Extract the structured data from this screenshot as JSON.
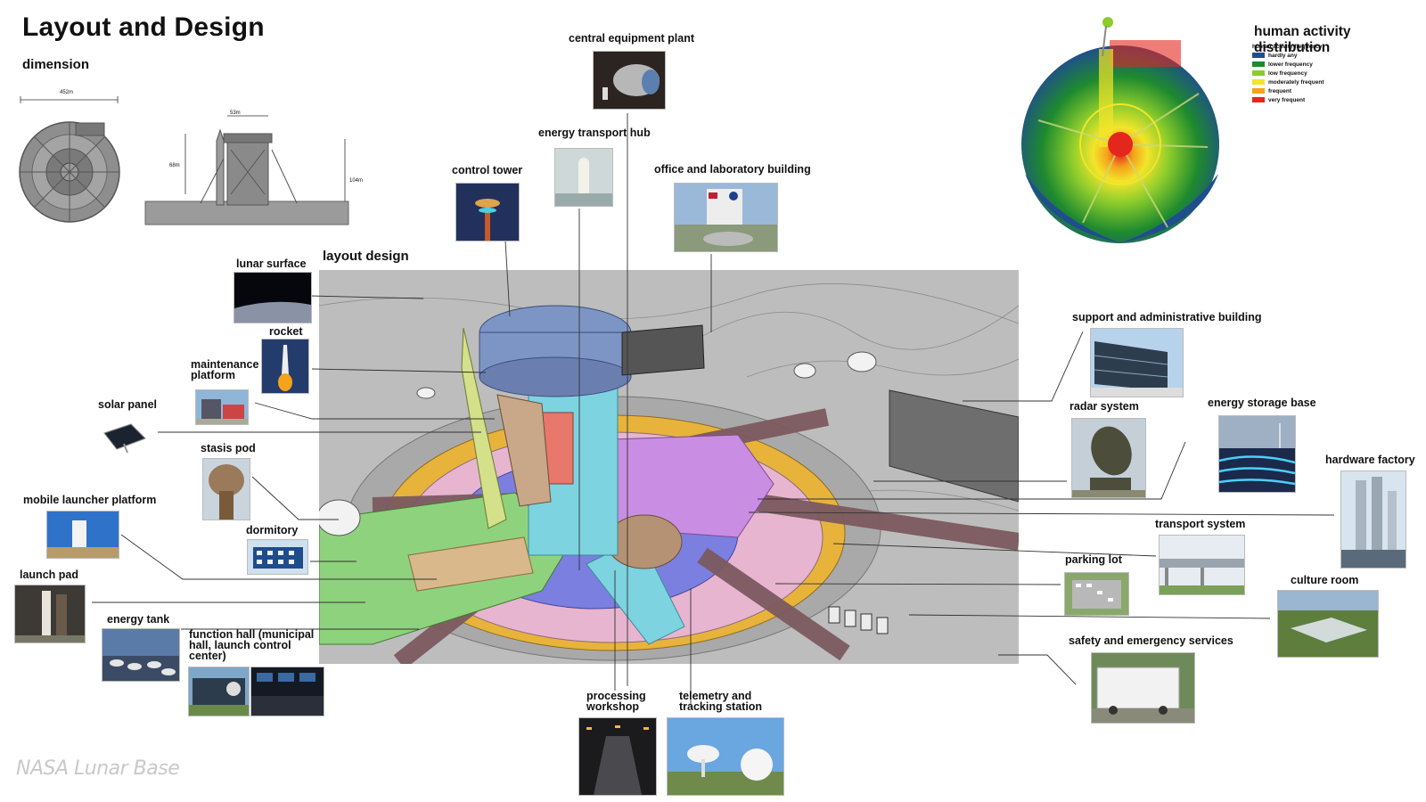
{
  "header": {
    "title": "Layout and Design",
    "dimension_label": "dimension",
    "layout_label": "layout design"
  },
  "dimensions": {
    "width_top": "452m",
    "width_side": "53m",
    "height_inner": "68m",
    "height_total": "104m"
  },
  "heatmap": {
    "title": "human activity distribution",
    "legend_title": "human activity frequency",
    "levels": [
      {
        "label": "hardly any",
        "color": "#1f4e8c"
      },
      {
        "label": "lower frequency",
        "color": "#1e8a2e"
      },
      {
        "label": "low frequency",
        "color": "#8ccc2c"
      },
      {
        "label": "moderately frequent",
        "color": "#f3e52a"
      },
      {
        "label": "frequent",
        "color": "#f5a21c"
      },
      {
        "label": "very frequent",
        "color": "#e5261d"
      }
    ]
  },
  "labels": {
    "central_equipment_plant": "central equipment plant",
    "energy_transport_hub": "energy transport hub",
    "control_tower": "control tower",
    "office_lab": "office and laboratory building",
    "lunar_surface": "lunar surface",
    "rocket": "rocket",
    "maintenance_platform": "maintenance platform",
    "solar_panel": "solar panel",
    "stasis_pod": "stasis pod",
    "mobile_launcher": "mobile launcher platform",
    "dormitory": "dormitory",
    "launch_pad": "launch pad",
    "energy_tank": "energy tank",
    "function_hall": "function hall (municipal hall, launch control center)",
    "processing_workshop": "processing workshop",
    "telemetry_station": "telemetry and tracking station",
    "support_admin": "support and administrative building",
    "radar_system": "radar system",
    "energy_storage": "energy storage base",
    "hardware_factory": "hardware factory",
    "transport_system": "transport system",
    "parking_lot": "parking lot",
    "culture_room": "culture room",
    "safety_services": "safety and emergency services"
  },
  "watermark": "NASA Lunar Base",
  "colors": {
    "map_bg": "#bdbdbd",
    "tower": "#7dd3e0",
    "rocket": "#d4e08a",
    "ring_yellow": "#e8b33b",
    "ring_pink": "#e7b5cf",
    "ring_blue": "#7b7fe0",
    "green": "#8fd27d",
    "purple": "#c98de3",
    "brown": "#7c5a60",
    "tan": "#d9b88c",
    "red": "#e8776c",
    "cap_blue": "#7d95c4"
  }
}
